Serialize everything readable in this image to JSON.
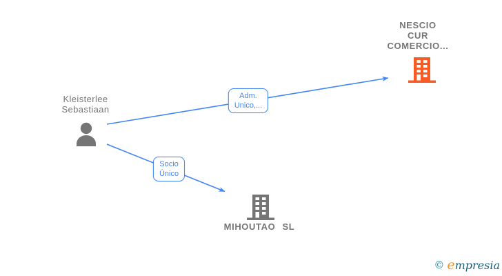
{
  "diagram": {
    "nodes": {
      "person": {
        "label_line1": "Kleisterlee",
        "label_line2": "Sebastiaan",
        "icon": "person-icon",
        "color": "#757575"
      },
      "company_nescio": {
        "label_line1": "NESCIO",
        "label_line2": "CUR",
        "label_line3": "COMERCIO...",
        "icon": "building-icon",
        "color": "#f95b25"
      },
      "company_mihoutao": {
        "label": "MIHOUTAO SL",
        "icon": "building-icon",
        "color": "#757575"
      }
    },
    "edges": [
      {
        "from": "Kleisterlee Sebastiaan",
        "to": "NESCIO CUR COMERCIO...",
        "label_line1": "Adm.",
        "label_line2": "Unico,...",
        "color": "#4285f4"
      },
      {
        "from": "Kleisterlee Sebastiaan",
        "to": "MIHOUTAO SL",
        "label_line1": "Socio",
        "label_line2": "Único",
        "color": "#4285f4"
      }
    ]
  },
  "watermark": {
    "symbol": "©",
    "brand_initial": "e",
    "brand_rest": "mpresia",
    "symbol_color": "#2e86a0",
    "initial_color": "#f7941d",
    "brand_color": "#1b6078"
  }
}
